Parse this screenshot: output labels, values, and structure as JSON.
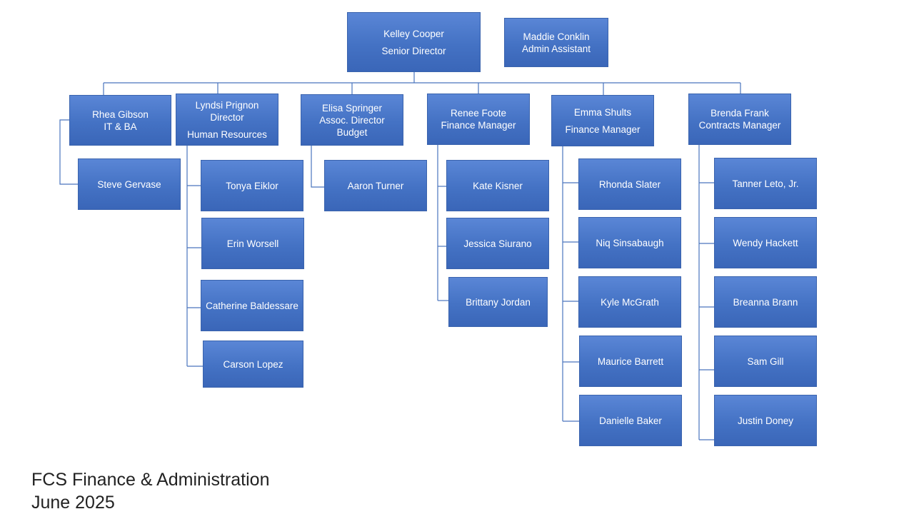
{
  "top": {
    "director": {
      "name": "Kelley Cooper",
      "title": "Senior Director"
    },
    "assistant": {
      "name": "Maddie Conklin",
      "title": "Admin Assistant"
    }
  },
  "managers": [
    {
      "name": "Rhea Gibson",
      "title": "IT & BA",
      "reports": [
        "Steve Gervase"
      ]
    },
    {
      "name": "Lyndsi Prignon",
      "title": "Director",
      "dept": "Human Resources",
      "reports": [
        "Tonya Eiklor",
        "Erin Worsell",
        "Catherine Baldessare",
        "Carson Lopez"
      ]
    },
    {
      "name": "Elisa Springer",
      "title": "Assoc. Director",
      "dept": "Budget",
      "reports": [
        "Aaron Turner"
      ]
    },
    {
      "name": "Renee Foote",
      "title": "Finance Manager",
      "reports": [
        "Kate Kisner",
        "Jessica Siurano",
        "Brittany Jordan"
      ]
    },
    {
      "name": "Emma Shults",
      "title": "Finance Manager",
      "reports": [
        "Rhonda Slater",
        "Niq Sinsabaugh",
        "Kyle McGrath",
        "Maurice Barrett",
        "Danielle Baker"
      ]
    },
    {
      "name": "Brenda Frank",
      "title": "Contracts Manager",
      "reports": [
        "Tanner Leto, Jr.",
        "Wendy Hackett",
        "Breanna Brann",
        "Sam Gill",
        "Justin Doney"
      ]
    }
  ],
  "footer": {
    "line1": "FCS Finance & Administration",
    "line2": "June 2025"
  },
  "colors": {
    "box": "#4472c4",
    "connector": "#4472c4",
    "text": "#ffffff"
  }
}
